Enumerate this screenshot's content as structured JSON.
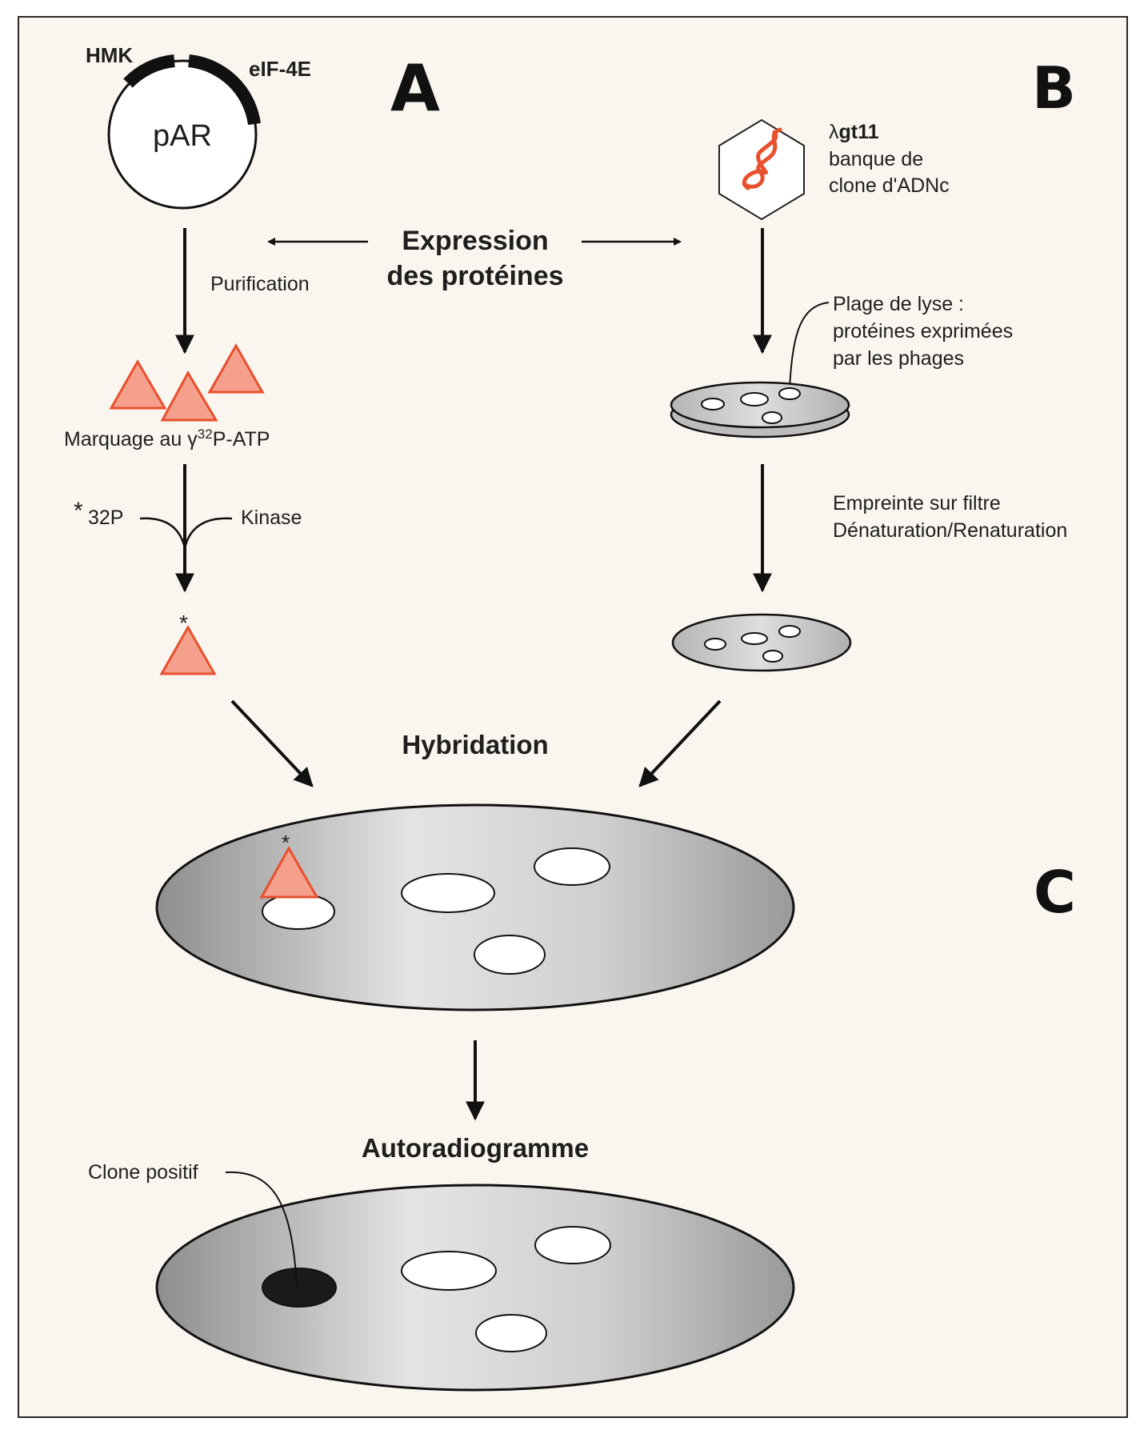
{
  "panels": {
    "a": "A",
    "b": "B",
    "c": "C"
  },
  "plasmid": {
    "name": "pAR",
    "gene_left": "HMK",
    "gene_right": "eIF-4E"
  },
  "phage": {
    "name_prefix": "λ",
    "name": "gt11",
    "desc_line1": "banque de",
    "desc_line2": "clone d'ADNc"
  },
  "center": {
    "expression_line1": "Expression",
    "expression_line2": "des protéines"
  },
  "left_steps": {
    "purification": "Purification",
    "marquage_prefix": "Marquage au ",
    "marquage_gamma": "γ",
    "marquage_sup": "32",
    "marquage_suffix": "P-ATP",
    "p32_star": "*",
    "p32": "32P",
    "kinase": "Kinase",
    "label_star": "*"
  },
  "right_steps": {
    "plaque_line1": "Plage de lyse :",
    "plaque_line2": "protéines exprimées",
    "plaque_line3": "par les phages",
    "blot_line1": "Empreinte sur filtre",
    "blot_line2": "Dénaturation/Renaturation"
  },
  "bottom": {
    "hybridation": "Hybridation",
    "hyb_star": "*",
    "autoradiogramme": "Autoradiogramme",
    "clone_positif": "Clone positif"
  },
  "colors": {
    "probe_fill": "#f4a08c",
    "probe_stroke": "#e8502e",
    "dna": "#e8502e",
    "background": "#faf6ef",
    "ink": "#1e1e1e",
    "plate_gray": "#a8a8a8"
  }
}
